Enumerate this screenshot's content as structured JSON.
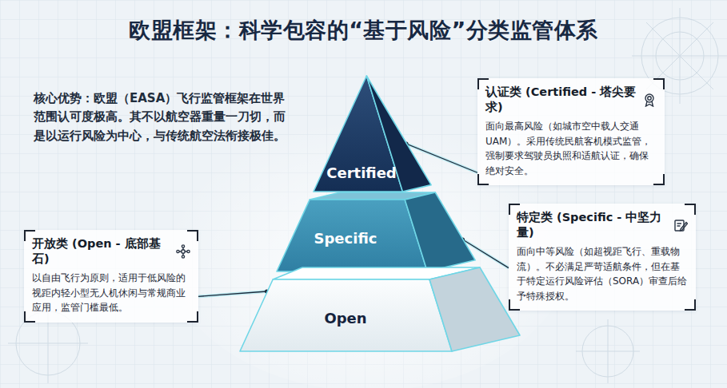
{
  "diagram": {
    "title": "欧盟框架：科学包容的“基于风险”分类监管体系",
    "nodes": [
      {
        "text": [
          "Certified"
        ]
      },
      {
        "text": [
          "认证类 (Certified - 塔尖要求)",
          "面向最高风险（如城市空中载人交通UAM）。采用传统民航客机模式监管，强制要求驾驶员执照和适航认证，确保绝对安全。"
        ]
      },
      {
        "text": [
          "Specific"
        ]
      },
      {
        "text": [
          "特定类 (Specific - 中坚力量)",
          "面向中等风险（如超视距飞行、重载物流）。不必满足严苛适航条件，但在基于特定运行风险评估（SORA）审查后给予特殊授权。"
        ]
      },
      {
        "text": [
          "开放类 (Open - 底部基石)",
          "以自由飞行为原则，适用于低风险的视距内轻小型无人机休闲与常规商业应用，监管门槛最低。"
        ]
      },
      {
        "text": [
          "Open"
        ]
      }
    ],
    "edges": [
      {
        "from": 1,
        "to": 0,
        "arrow": "none"
      },
      {
        "from": 3,
        "to": 2,
        "arrow": "none"
      },
      {
        "from": 4,
        "to": 5,
        "arrow": "none"
      }
    ],
    "labels": [
      "核心优势：欧盟（EASA）飞行监管框架在世界范围认可度极高。其不以航空器重量一刀切，而是以运行风险为中心，与传统航空法衔接极佳。"
    ]
  }
}
